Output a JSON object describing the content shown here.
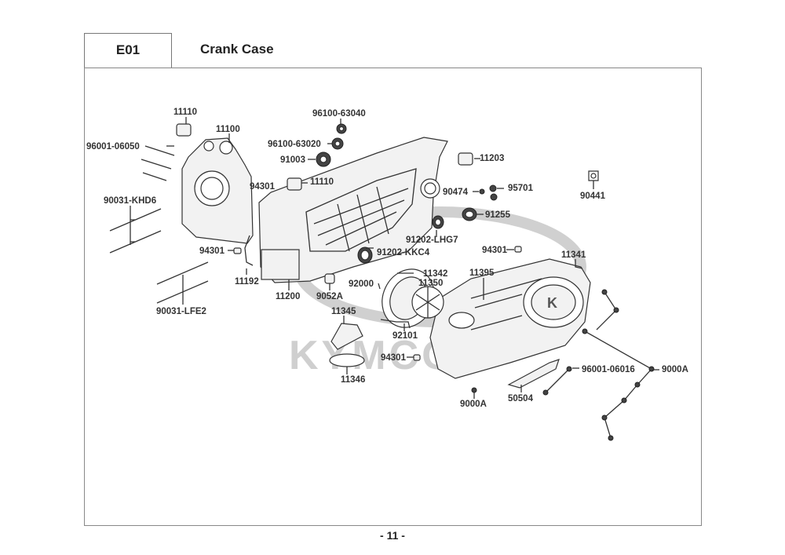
{
  "header": {
    "section_code": "E01",
    "section_title": "Crank Case"
  },
  "watermark": {
    "brand": "KYMCO"
  },
  "parts": [
    {
      "id": "p1",
      "number": "11110"
    },
    {
      "id": "p2",
      "number": "11100"
    },
    {
      "id": "p3",
      "number": "96001-06050"
    },
    {
      "id": "p4",
      "number": "90031-KHD6"
    },
    {
      "id": "p5",
      "number": "94301"
    },
    {
      "id": "p6",
      "number": "11192"
    },
    {
      "id": "p7",
      "number": "90031-LFE2"
    },
    {
      "id": "p8",
      "number": "96100-63040"
    },
    {
      "id": "p9",
      "number": "96100-63020"
    },
    {
      "id": "p10",
      "number": "91003"
    },
    {
      "id": "p11",
      "number": "94301"
    },
    {
      "id": "p12",
      "number": "11110"
    },
    {
      "id": "p13",
      "number": "11203"
    },
    {
      "id": "p14",
      "number": "90474"
    },
    {
      "id": "p15",
      "number": "95701"
    },
    {
      "id": "p16",
      "number": "90441"
    },
    {
      "id": "p17",
      "number": "91255"
    },
    {
      "id": "p18",
      "number": "91202-LHG7"
    },
    {
      "id": "p19",
      "number": "91202-KKC4"
    },
    {
      "id": "p20",
      "number": "11200"
    },
    {
      "id": "p21",
      "number": "9052A"
    },
    {
      "id": "p22",
      "number": "92000"
    },
    {
      "id": "p23",
      "number": "11342"
    },
    {
      "id": "p24",
      "number": "11350"
    },
    {
      "id": "p25",
      "number": "94301"
    },
    {
      "id": "p26",
      "number": "11395"
    },
    {
      "id": "p27",
      "number": "11341"
    },
    {
      "id": "p28",
      "number": "11345"
    },
    {
      "id": "p29",
      "number": "92101"
    },
    {
      "id": "p30",
      "number": "94301"
    },
    {
      "id": "p31",
      "number": "11346"
    },
    {
      "id": "p32",
      "number": "96001-06016"
    },
    {
      "id": "p33",
      "number": "9000A"
    },
    {
      "id": "p34",
      "number": "9000A"
    },
    {
      "id": "p35",
      "number": "50504"
    }
  ],
  "footer": {
    "page_number": "- 11 -"
  }
}
